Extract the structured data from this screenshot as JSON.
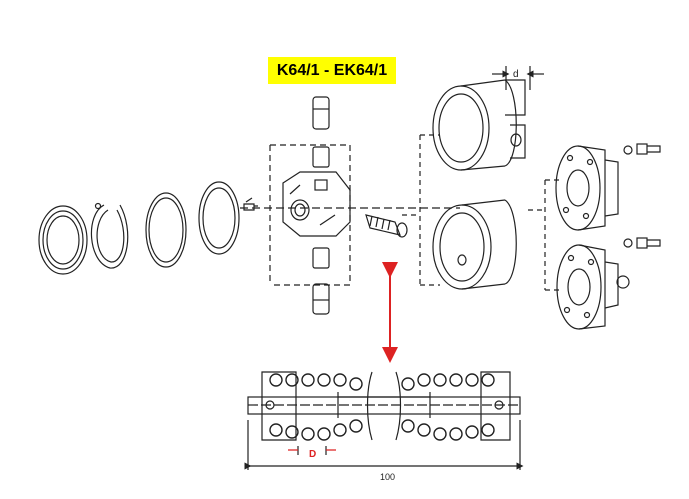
{
  "title": "K64/1 - EK64/1",
  "labels": {
    "bore_dimension": "d",
    "spring_diameter": "D",
    "total_length": "100"
  },
  "colors": {
    "title_background": "#ffff00",
    "arrow": "#dd2222",
    "spring_label": "#dd2222",
    "line": "#222222"
  }
}
